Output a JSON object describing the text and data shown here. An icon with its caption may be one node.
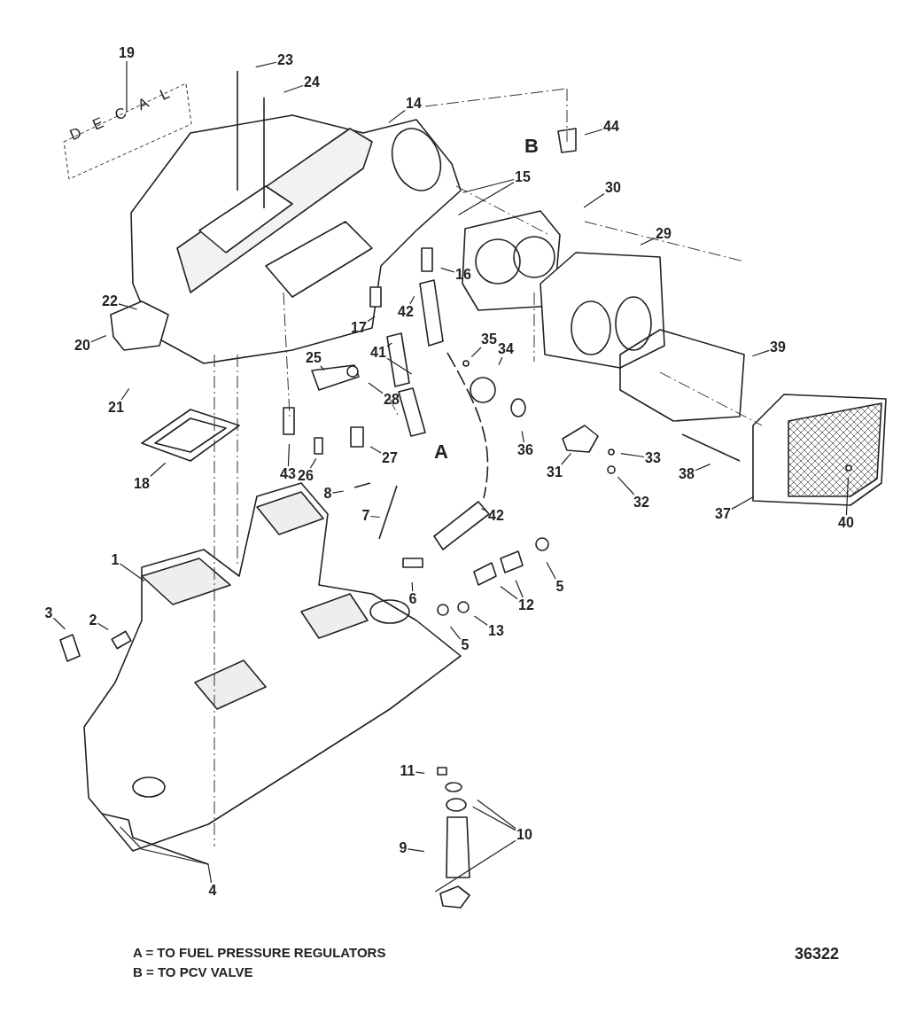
{
  "diagram": {
    "nodes": [
      {
        "text": [
          "1"
        ]
      },
      {
        "text": [
          "2"
        ]
      },
      {
        "text": [
          "3"
        ]
      },
      {
        "text": [
          "4"
        ]
      },
      {
        "text": [
          "5"
        ]
      },
      {
        "text": [
          "5"
        ]
      },
      {
        "text": [
          "6"
        ]
      },
      {
        "text": [
          "7"
        ]
      },
      {
        "text": [
          "8"
        ]
      },
      {
        "text": [
          "9"
        ]
      },
      {
        "text": [
          "10"
        ]
      },
      {
        "text": [
          "11"
        ]
      },
      {
        "text": [
          "12"
        ]
      },
      {
        "text": [
          "13"
        ]
      },
      {
        "text": [
          "14"
        ]
      },
      {
        "text": [
          "15"
        ]
      },
      {
        "text": [
          "16"
        ]
      },
      {
        "text": [
          "17"
        ]
      },
      {
        "text": [
          "18"
        ]
      },
      {
        "text": [
          "19"
        ]
      },
      {
        "text": [
          "20"
        ]
      },
      {
        "text": [
          "21"
        ]
      },
      {
        "text": [
          "22"
        ]
      },
      {
        "text": [
          "23"
        ]
      },
      {
        "text": [
          "24"
        ]
      },
      {
        "text": [
          "25"
        ]
      },
      {
        "text": [
          "26"
        ]
      },
      {
        "text": [
          "27"
        ]
      },
      {
        "text": [
          "28"
        ]
      },
      {
        "text": [
          "29"
        ]
      },
      {
        "text": [
          "30"
        ]
      },
      {
        "text": [
          "31"
        ]
      },
      {
        "text": [
          "32"
        ]
      },
      {
        "text": [
          "33"
        ]
      },
      {
        "text": [
          "34"
        ]
      },
      {
        "text": [
          "35"
        ]
      },
      {
        "text": [
          "36"
        ]
      },
      {
        "text": [
          "37"
        ]
      },
      {
        "text": [
          "38"
        ]
      },
      {
        "text": [
          "39"
        ]
      },
      {
        "text": [
          "40"
        ]
      },
      {
        "text": [
          "41"
        ]
      },
      {
        "text": [
          "42"
        ]
      },
      {
        "text": [
          "42"
        ]
      },
      {
        "text": [
          "43"
        ]
      },
      {
        "text": [
          "44"
        ]
      },
      {
        "text": [
          "DECAL"
        ]
      }
    ],
    "edges": [
      {
        "from": 0,
        "to": null,
        "arrow": "none"
      },
      {
        "from": 1,
        "to": null,
        "arrow": "none"
      },
      {
        "from": 2,
        "to": null,
        "arrow": "none"
      },
      {
        "from": 3,
        "to": null,
        "arrow": "none"
      },
      {
        "from": 4,
        "to": null,
        "arrow": "none"
      },
      {
        "from": 5,
        "to": null,
        "arrow": "none"
      },
      {
        "from": 6,
        "to": null,
        "arrow": "none"
      },
      {
        "from": 7,
        "to": null,
        "arrow": "none"
      },
      {
        "from": 8,
        "to": null,
        "arrow": "none"
      },
      {
        "from": 9,
        "to": null,
        "arrow": "none"
      },
      {
        "from": 10,
        "to": null,
        "arrow": "none"
      },
      {
        "from": 10,
        "to": null,
        "arrow": "none"
      },
      {
        "from": 10,
        "to": null,
        "arrow": "none"
      },
      {
        "from": 11,
        "to": null,
        "arrow": "none"
      },
      {
        "from": 12,
        "to": null,
        "arrow": "none"
      },
      {
        "from": 12,
        "to": null,
        "arrow": "none"
      },
      {
        "from": 13,
        "to": null,
        "arrow": "none"
      },
      {
        "from": 14,
        "to": null,
        "arrow": "none"
      },
      {
        "from": 15,
        "to": null,
        "arrow": "none"
      },
      {
        "from": 15,
        "to": null,
        "arrow": "none"
      },
      {
        "from": 16,
        "to": null,
        "arrow": "none"
      },
      {
        "from": 17,
        "to": null,
        "arrow": "none"
      },
      {
        "from": 18,
        "to": null,
        "arrow": "none"
      },
      {
        "from": 19,
        "to": 46,
        "arrow": "none"
      },
      {
        "from": 20,
        "to": null,
        "arrow": "none"
      },
      {
        "from": 21,
        "to": null,
        "arrow": "none"
      },
      {
        "from": 22,
        "to": null,
        "arrow": "none"
      },
      {
        "from": 23,
        "to": null,
        "arrow": "none"
      },
      {
        "from": 24,
        "to": null,
        "arrow": "none"
      },
      {
        "from": 25,
        "to": null,
        "arrow": "none"
      },
      {
        "from": 26,
        "to": null,
        "arrow": "none"
      },
      {
        "from": 27,
        "to": null,
        "arrow": "none"
      },
      {
        "from": 28,
        "to": null,
        "arrow": "none"
      },
      {
        "from": 29,
        "to": null,
        "arrow": "none"
      },
      {
        "from": 30,
        "to": null,
        "arrow": "none"
      },
      {
        "from": 31,
        "to": null,
        "arrow": "none"
      },
      {
        "from": 32,
        "to": null,
        "arrow": "none"
      },
      {
        "from": 33,
        "to": null,
        "arrow": "none"
      },
      {
        "from": 34,
        "to": null,
        "arrow": "none"
      },
      {
        "from": 35,
        "to": null,
        "arrow": "none"
      },
      {
        "from": 36,
        "to": null,
        "arrow": "none"
      },
      {
        "from": 37,
        "to": null,
        "arrow": "none"
      },
      {
        "from": 38,
        "to": null,
        "arrow": "none"
      },
      {
        "from": 39,
        "to": null,
        "arrow": "none"
      },
      {
        "from": 40,
        "to": null,
        "arrow": "none"
      },
      {
        "from": 41,
        "to": null,
        "arrow": "none"
      },
      {
        "from": 41,
        "to": null,
        "arrow": "none"
      },
      {
        "from": 42,
        "to": null,
        "arrow": "none"
      },
      {
        "from": 43,
        "to": null,
        "arrow": "none"
      },
      {
        "from": 44,
        "to": null,
        "arrow": "none"
      },
      {
        "from": 45,
        "to": null,
        "arrow": "none"
      }
    ],
    "labels": [
      "B",
      "A",
      "A = TO FUEL PRESSURE REGULATORS",
      "B = TO PCV VALVE",
      "36322"
    ]
  }
}
